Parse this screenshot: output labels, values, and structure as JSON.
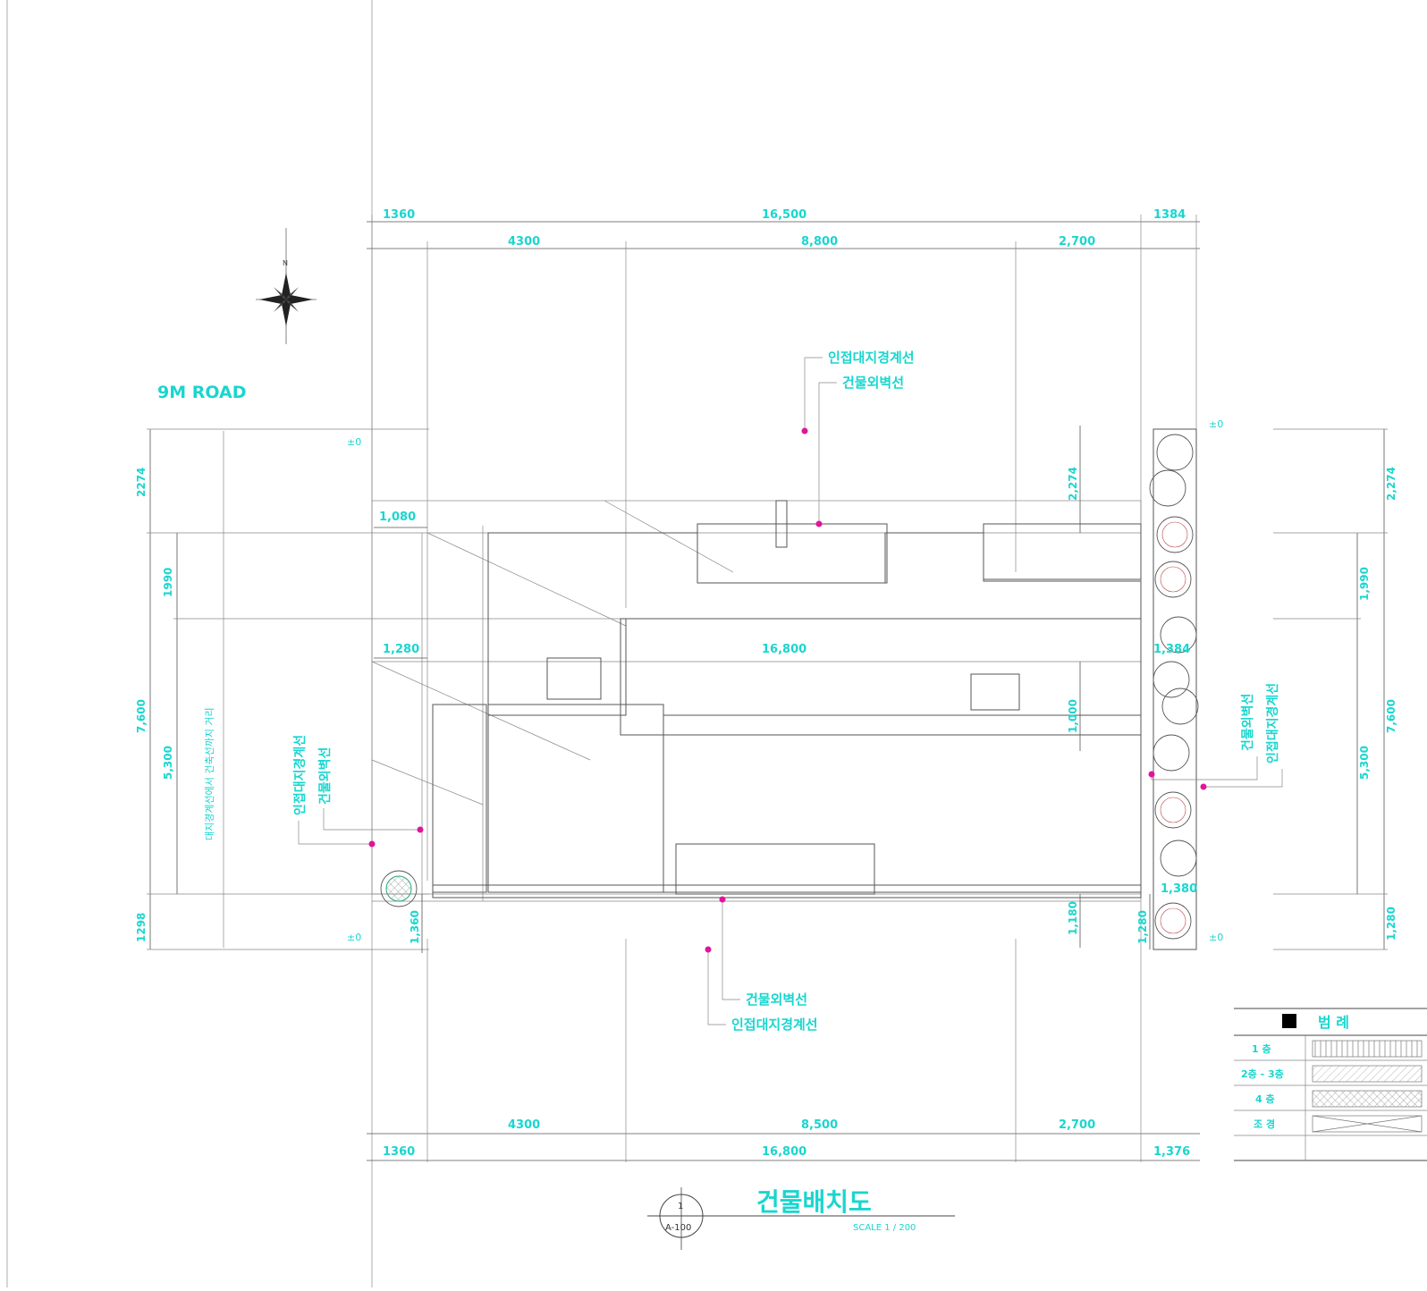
{
  "road_label": "9M ROAD",
  "compass": {
    "north_label": "N"
  },
  "dims": {
    "top_overall": [
      "1360",
      "16,500",
      "1384"
    ],
    "top_inner": [
      "4300",
      "8,800",
      "2,700"
    ],
    "bottom_inner": [
      "4300",
      "8,500",
      "2,700"
    ],
    "bottom_overall": [
      "1360",
      "16,800",
      "1,376"
    ],
    "left_outer": [
      "2274",
      "7,600",
      "1298"
    ],
    "left_inner": [
      "1990",
      "5,300"
    ],
    "right_outer": [
      "2,274",
      "7,600",
      "1,280"
    ],
    "right_inner": [
      "1,990",
      "5,300"
    ],
    "internal": [
      "1,080",
      "1,280",
      "16,800",
      "1,384",
      "2,274",
      "1,000",
      "1,180",
      "1,280",
      "1,380",
      "1,360"
    ],
    "rotated_long": "대지경계선에서 건축선까지 거리"
  },
  "level_marks": [
    "±0",
    "±0",
    "±0",
    "±0"
  ],
  "notes": {
    "top": [
      "인접대지경계선",
      "건물외벽선"
    ],
    "bottom": [
      "건물외벽선",
      "인접대지경계선"
    ],
    "left": [
      "인접대지경계선",
      "건물외벽선"
    ],
    "right": [
      "인접대지경계선",
      "건물외벽선"
    ]
  },
  "legend": {
    "title": "범 례",
    "rows": [
      {
        "label": "1 층",
        "pattern": "vertical"
      },
      {
        "label": "2층 - 3층",
        "pattern": "diagonal"
      },
      {
        "label": "4 층",
        "pattern": "crosshatch"
      },
      {
        "label": "조 경",
        "pattern": "x-box"
      }
    ]
  },
  "title_block": {
    "title": "건물배치도",
    "scale": "SCALE 1 / 200",
    "bubble_top": "1",
    "bubble_bottom": "A-100"
  },
  "colors": {
    "annotation": "#19d6cf",
    "leader_dot": "#e0159b",
    "line": "#555555"
  }
}
